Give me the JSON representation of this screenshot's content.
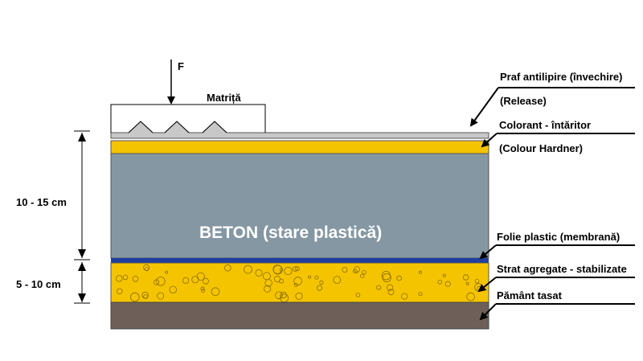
{
  "diagram": {
    "force_label": "F",
    "mold_label": "Matriță",
    "main_layer_label": "BETON (stare plastică)",
    "dimensions": {
      "upper": "10 - 15 cm",
      "lower": "5 - 10 cm"
    },
    "callouts": {
      "release_line1": "Praf antilipire (învechire)",
      "release_line2": "(Release)",
      "hardener_line1": "Colorant - întăritor",
      "hardener_line2": "(Colour Hardner)",
      "membrane": "Folie plastic (membrană)",
      "aggregate": "Strat agregate - stabilizate",
      "soil": "Pământ tasat"
    },
    "colors": {
      "release": "#c8c8c8",
      "hardener": "#f5c400",
      "concrete": "#8597a3",
      "membrane": "#1e3fa0",
      "aggregate": "#f5c400",
      "soil": "#6e5f58",
      "ink": "#000000"
    }
  }
}
